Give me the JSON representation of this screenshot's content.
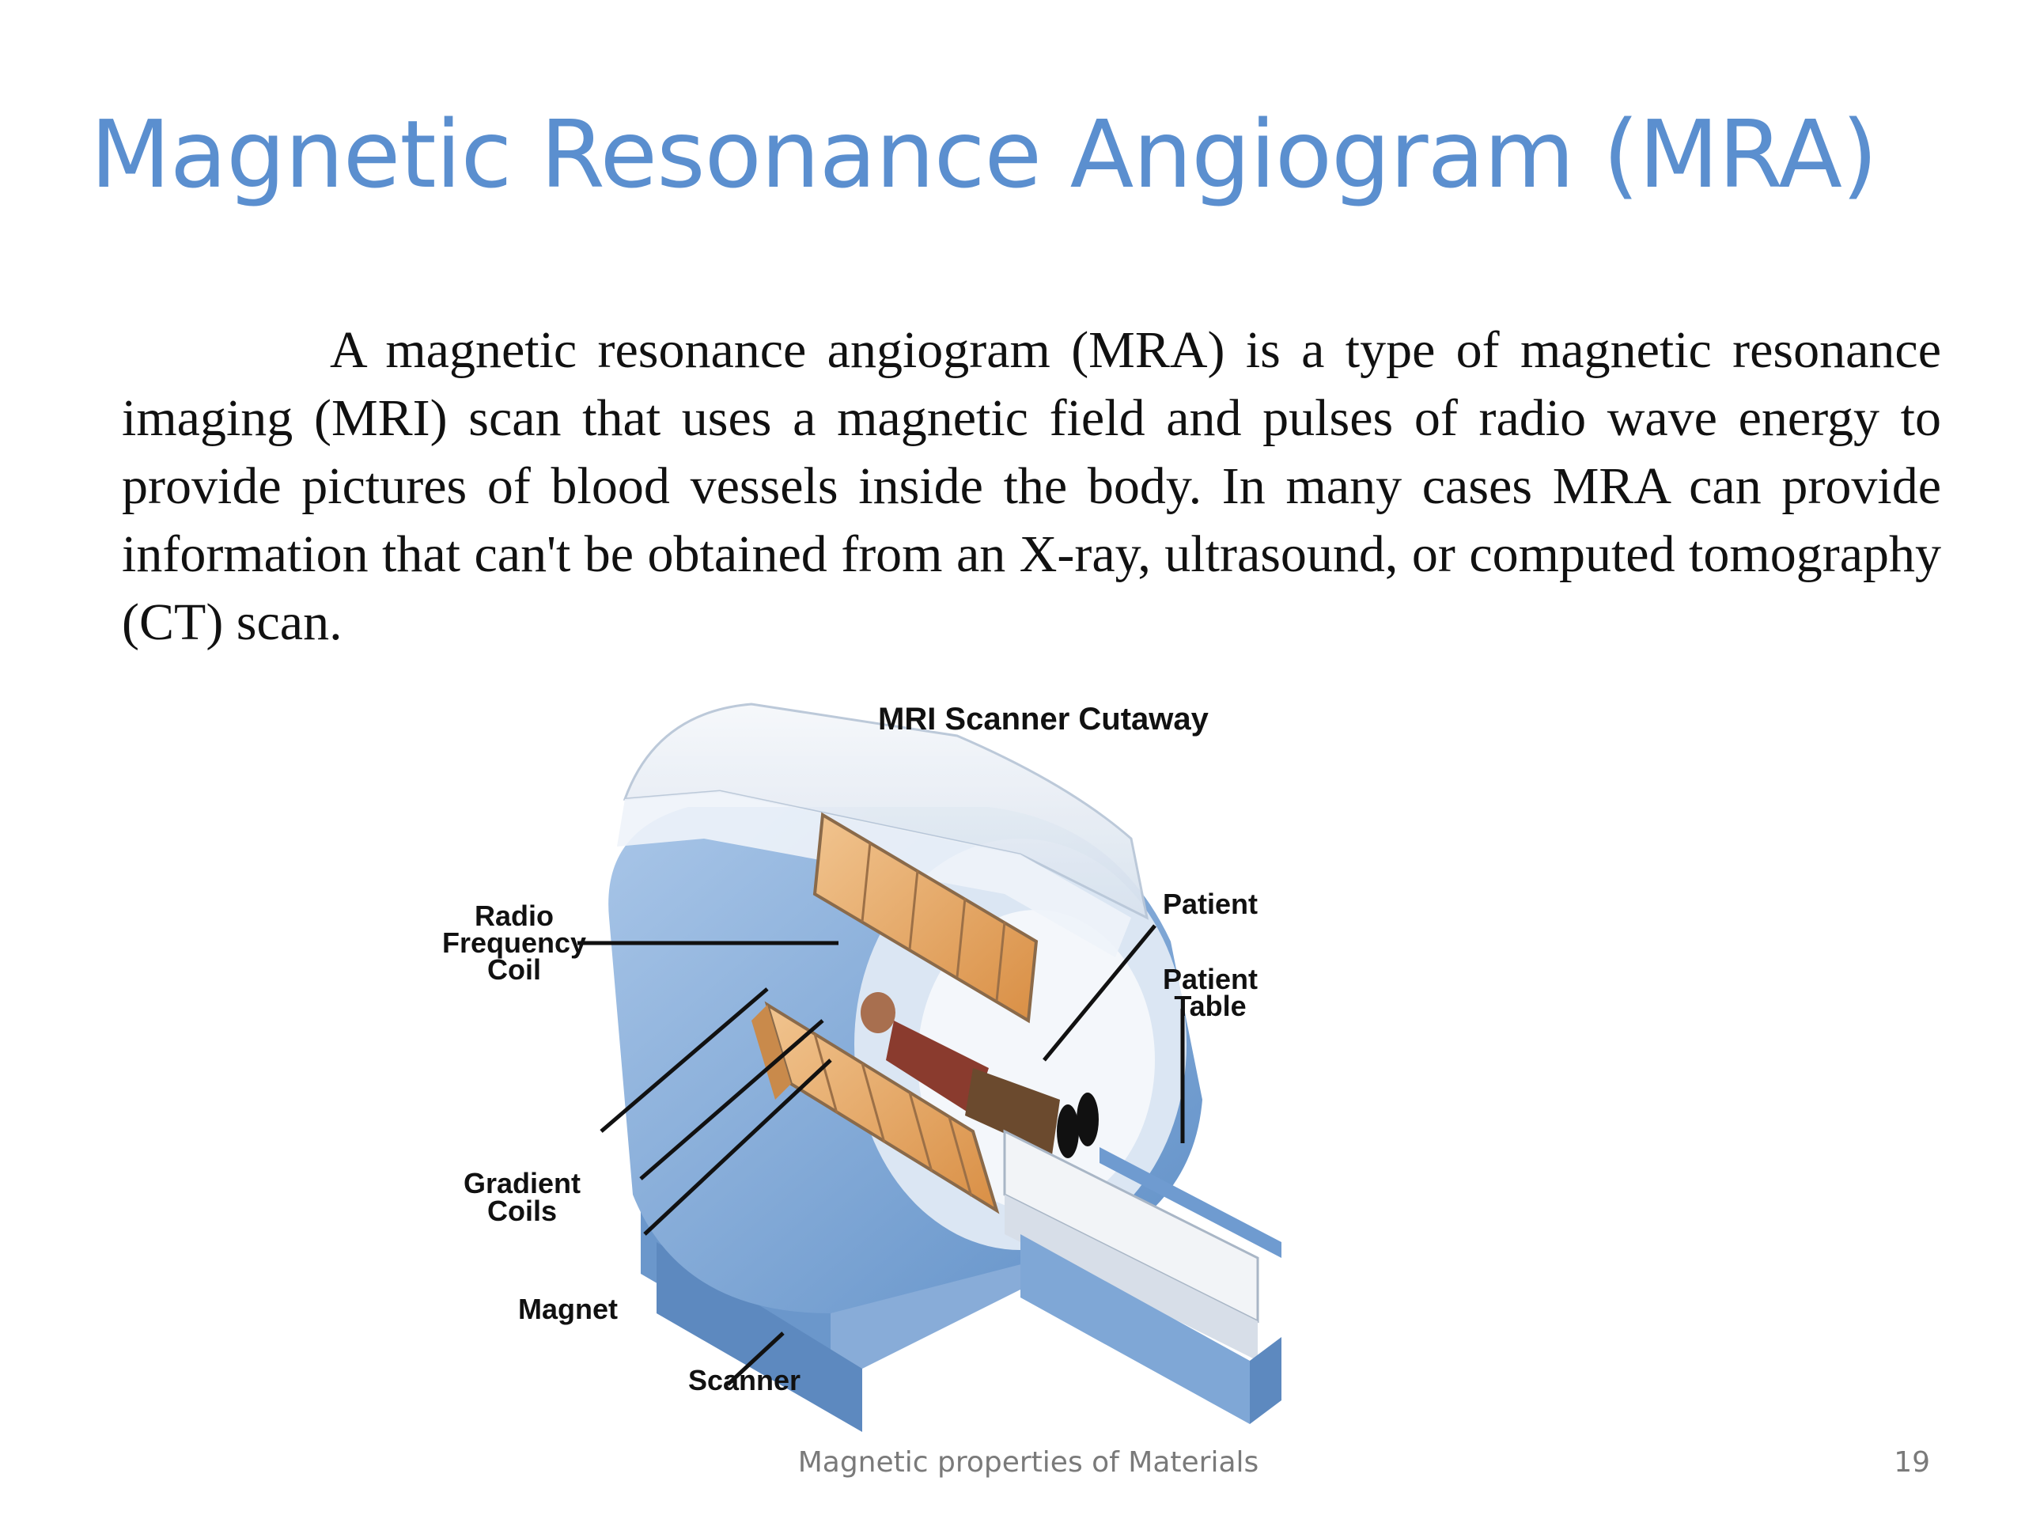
{
  "slide": {
    "title": "Magnetic Resonance Angiogram (MRA)",
    "body": "A magnetic resonance angiogram (MRA) is a type of magnetic resonance imaging (MRI) scan that uses a magnetic field and pulses of radio wave energy to provide pictures of blood vessels inside the body. In many cases MRA can provide information that can't be obtained from an X-ray, ultrasound, or computed tomography (CT) scan."
  },
  "figure": {
    "title": "MRI Scanner Cutaway",
    "labels": {
      "rf_coil_1": "Radio",
      "rf_coil_2": "Frequency",
      "rf_coil_3": "Coil",
      "gradient_1": "Gradient",
      "gradient_2": "Coils",
      "magnet": "Magnet",
      "scanner": "Scanner",
      "patient": "Patient",
      "table_1": "Patient",
      "table_2": "Table"
    },
    "colors": {
      "scanner_blue": "#7fa7d6",
      "coil_orange": "#e3a45f",
      "shell": "#e9eef4"
    }
  },
  "footer": {
    "text": "Magnetic properties of Materials",
    "page": "19"
  }
}
